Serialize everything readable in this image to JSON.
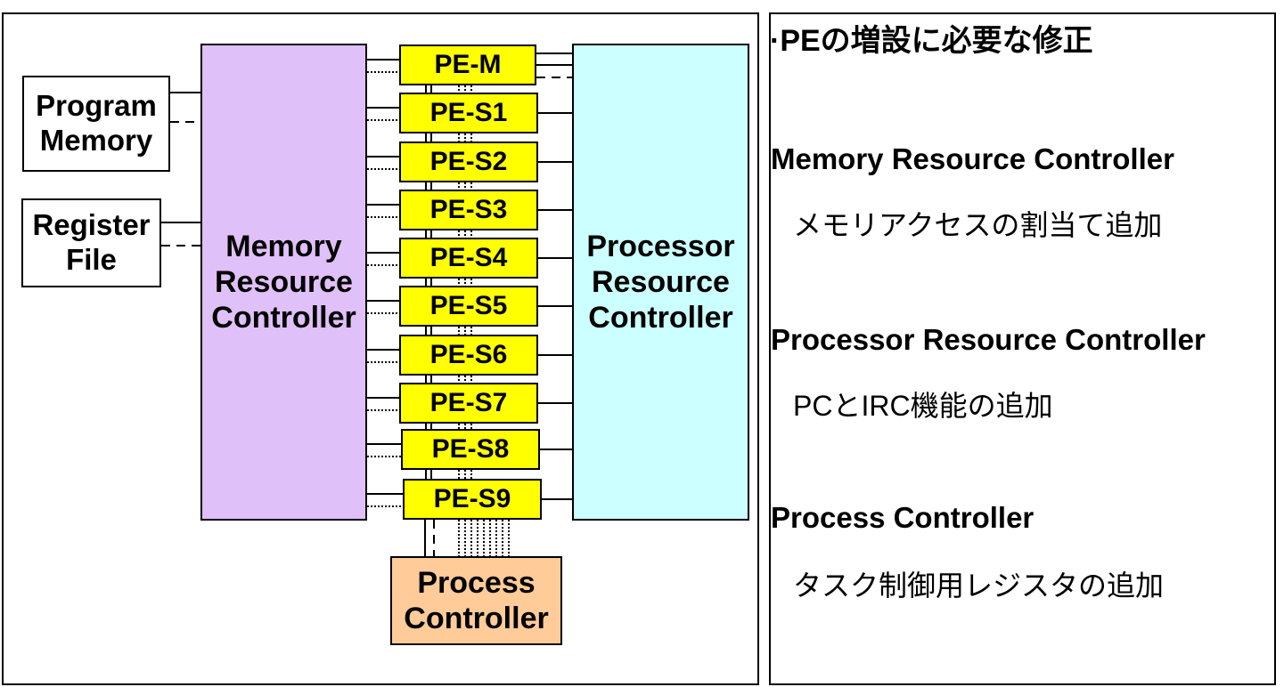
{
  "diagram": {
    "program_memory": "Program\nMemory",
    "register_file": "Register\nFile",
    "memory_resource_controller": "Memory\nResource\nController",
    "processor_resource_controller": "Processor\nResource\nController",
    "process_controller": "Process\nController",
    "pe_units": [
      "PE-M",
      "PE-S1",
      "PE-S2",
      "PE-S3",
      "PE-S4",
      "PE-S5",
      "PE-S6",
      "PE-S7",
      "PE-S8",
      "PE-S9"
    ],
    "colors": {
      "pe": "#ffff00",
      "memory_resource_controller": "#e0c0f8",
      "processor_resource_controller": "#ccffff",
      "process_controller": "#ffcc99"
    }
  },
  "notes": {
    "title": "·PEの増設に必要な修正",
    "items": [
      {
        "heading": "Memory Resource Controller",
        "description": "メモリアクセスの割当て追加"
      },
      {
        "heading": "Processor Resource Controller",
        "description": "PCとIRC機能の追加"
      },
      {
        "heading": "Process Controller",
        "description": "タスク制御用レジスタの追加"
      }
    ]
  }
}
